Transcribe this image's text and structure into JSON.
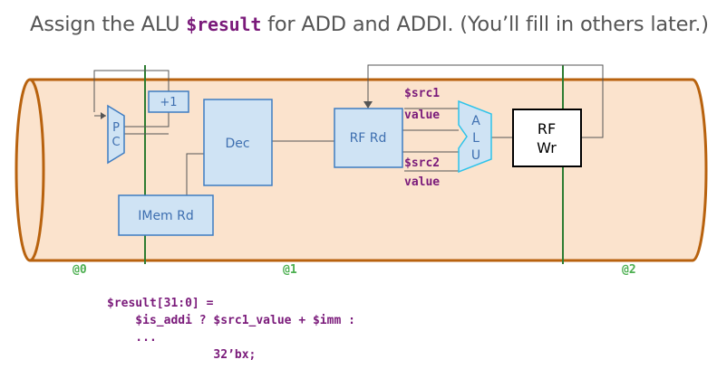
{
  "title": {
    "prefix": "Assign the ALU ",
    "code": "$result",
    "suffix": " for ADD and ADDI. (You’ll fill in others later.)"
  },
  "diagram": {
    "pc": {
      "letters": [
        "P",
        "C"
      ]
    },
    "plus_one": "+1",
    "imem": "IMem Rd",
    "decoder": "Dec",
    "rf_read": "RF Rd",
    "alu": {
      "letters": [
        "A",
        "L",
        "U"
      ]
    },
    "rf_write": {
      "line1": "RF",
      "line2": "Wr"
    },
    "src1_label": {
      "line1": "$src1",
      "line2": "value"
    },
    "src2_label": {
      "line1": "$src2",
      "line2": "value"
    },
    "stages": [
      "@0",
      "@1",
      "@2"
    ]
  },
  "code": {
    "lines": [
      "$result[31:0] =",
      "    $is_addi ? $src1_value + $imm :",
      "    ...",
      "               32’bx;"
    ]
  },
  "colors": {
    "pipe_fill": "#fbe3cd",
    "pipe_stroke": "#b8620e",
    "block_fill": "#cfe3f4",
    "block_stroke": "#3e7cc2",
    "alu_stroke": "#2ec3ea",
    "stage_line": "#2e7d32",
    "stage_text": "#4caf50",
    "signal_text": "#7a1a7a"
  }
}
